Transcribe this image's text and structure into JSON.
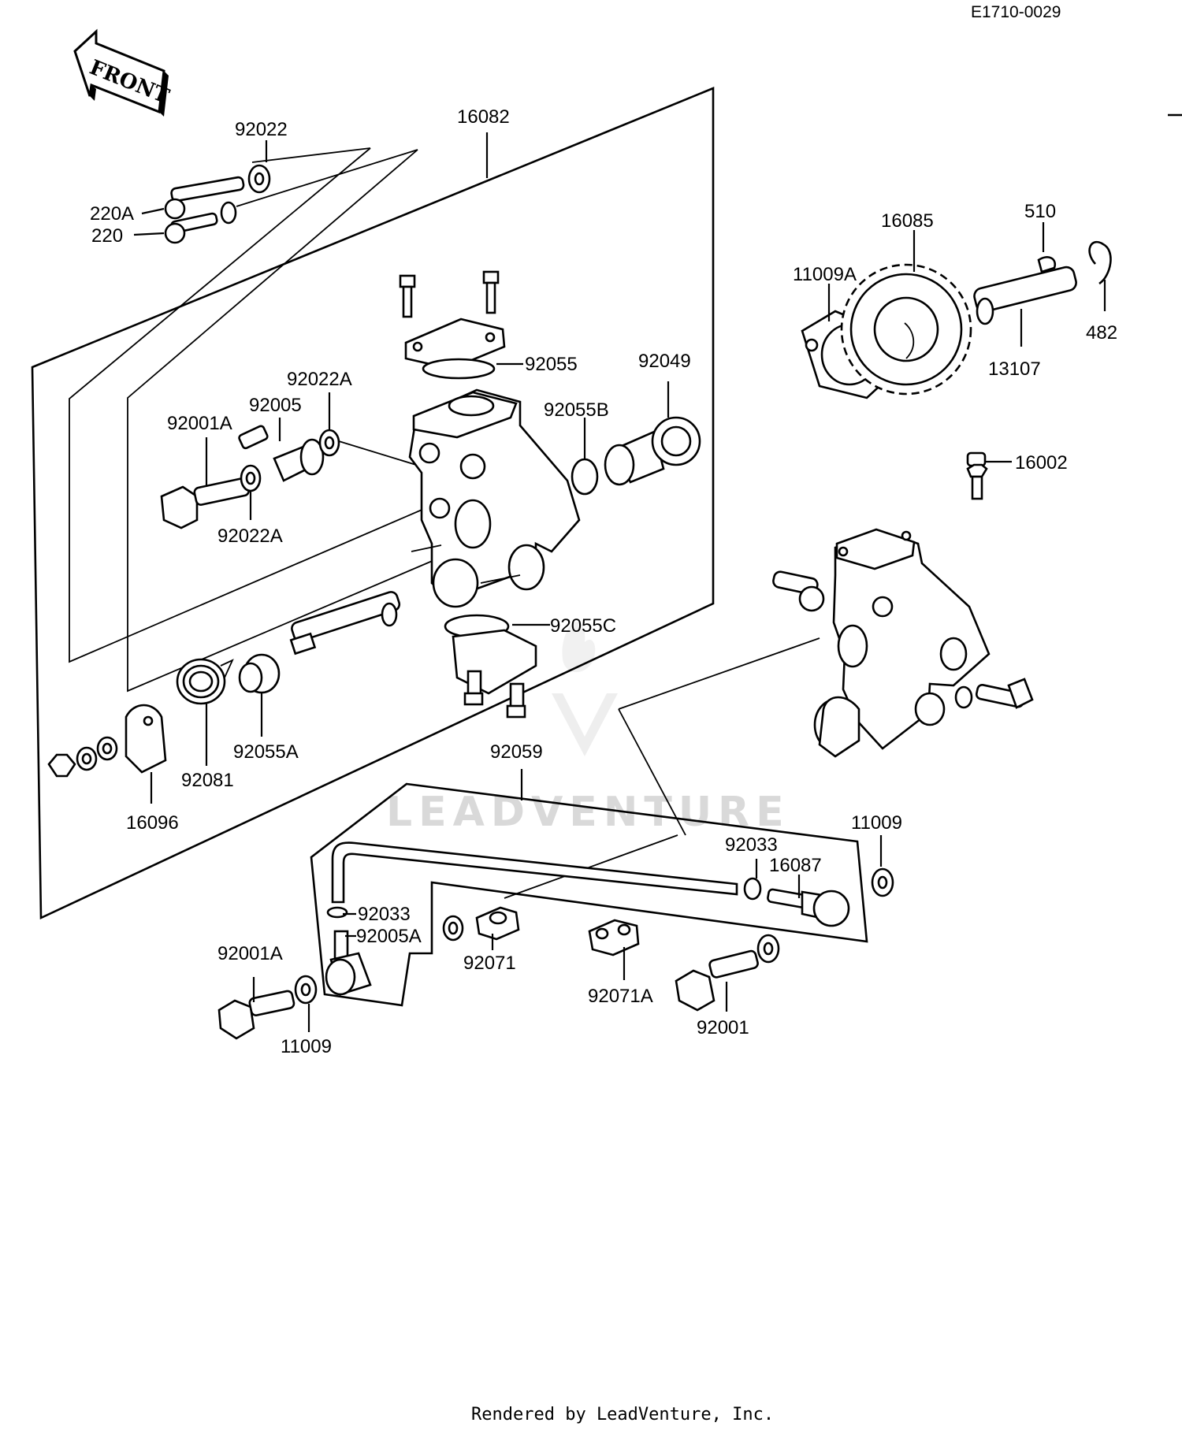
{
  "diagram_code": "E1710-0029",
  "front_arrow_label": "FRONT",
  "watermark": "LEADVENTURE",
  "footer_credit": "Rendered by LeadVenture, Inc.",
  "part_labels": {
    "p16082": "16082",
    "p92022": "92022",
    "p220A": "220A",
    "p220": "220",
    "p92055": "92055",
    "p92022A_top": "92022A",
    "p92005": "92005",
    "p92001A_top": "92001A",
    "p92022A_bottom": "92022A",
    "p92049": "92049",
    "p92055B": "92055B",
    "p92055C": "92055C",
    "p92055A": "92055A",
    "p92081": "92081",
    "p16096": "16096",
    "p16085": "16085",
    "p510": "510",
    "p11009A": "11009A",
    "p482": "482",
    "p13107": "13107",
    "p16002": "16002",
    "p92059": "92059",
    "p11009_right": "11009",
    "p92033_right": "92033",
    "p16087": "16087",
    "p92033_left": "92033",
    "p92005A": "92005A",
    "p92001A_bottom": "92001A",
    "p92071": "92071",
    "p92071A": "92071A",
    "p92001": "92001",
    "p11009_bottom": "11009"
  }
}
